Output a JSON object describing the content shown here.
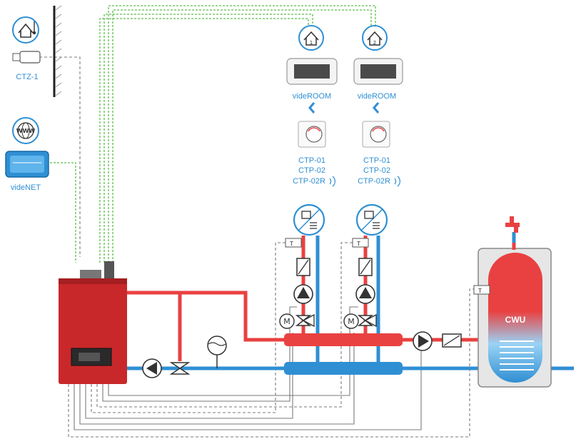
{
  "labels": {
    "ctz": "CTZ-1",
    "videnet": "videNET",
    "videroom_1": "videROOM",
    "videroom_2": "videROOM",
    "ctp_1": [
      "CTP-01",
      "CTP-02",
      "CTP-02R"
    ],
    "ctp_2": [
      "CTP-01",
      "CTP-02",
      "CTP-02R"
    ],
    "cwu": "CWU",
    "zone_1": "1",
    "zone_2": "2",
    "www": "WWW"
  },
  "icons": {
    "thermostat_outdoor": "house-thermometer-icon",
    "internet": "globe-www-icon",
    "zone_thermostat": "house-thermometer-icon",
    "zone_heater": "radiator-floor-icon",
    "temp_sensor": "temperature-sensor-icon",
    "wireless": "wireless-signal-icon",
    "tap": "water-tap-icon"
  },
  "colors": {
    "hot": "#e94141",
    "cold": "#2f8fd3",
    "boiler": "#c8282a",
    "signal_wire": "#5bbf47",
    "control_wire": "#777777",
    "text": "#2f8fd3"
  }
}
